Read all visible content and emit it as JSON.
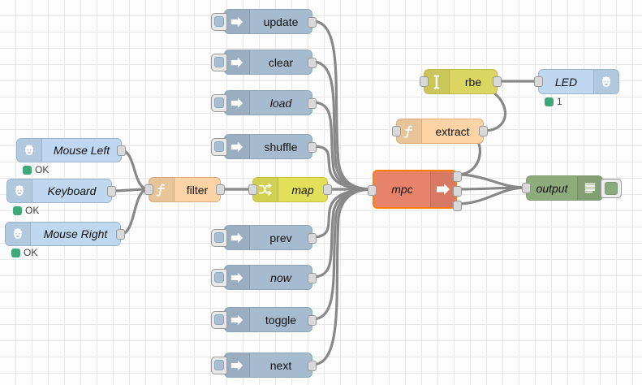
{
  "editor": {
    "name": "node-red-flow-canvas",
    "grid_size": 20,
    "background": "#fdfdfd",
    "grid_color": "#e8e8e8"
  },
  "palette_colors": {
    "inject": "#a6bbd0",
    "rpi": "#c0d8ef",
    "function": "#fbd3a4",
    "switch": "#e2e059",
    "rbe": "#dbd661",
    "mpc_selected": "#e8836b",
    "mpc_border": "#ff7f0e",
    "debug": "#8dab7b",
    "status_dot": "#3fa87a",
    "wire": "#888888"
  },
  "nodes": {
    "inputs": [
      {
        "label": "Mouse Left",
        "status": "OK",
        "italic": true
      },
      {
        "label": "Keyboard",
        "status": "OK",
        "italic": true
      },
      {
        "label": "Mouse Right",
        "status": "OK",
        "italic": true
      }
    ],
    "injects_top": [
      {
        "label": "update",
        "italic": false
      },
      {
        "label": "clear",
        "italic": false
      },
      {
        "label": "load",
        "italic": true
      },
      {
        "label": "shuffle",
        "italic": false
      }
    ],
    "injects_bottom": [
      {
        "label": "prev",
        "italic": false
      },
      {
        "label": "now",
        "italic": true
      },
      {
        "label": "toggle",
        "italic": false
      },
      {
        "label": "next",
        "italic": false
      }
    ],
    "filter": {
      "label": "filter",
      "italic": false
    },
    "map": {
      "label": "map",
      "italic": true
    },
    "mpc": {
      "label": "mpc",
      "italic": true,
      "selected": true,
      "outputs": 3
    },
    "extract": {
      "label": "extract",
      "italic": false
    },
    "rbe": {
      "label": "rbe",
      "italic": false
    },
    "led": {
      "label": "LED",
      "italic": true,
      "status": "1"
    },
    "output": {
      "label": "output",
      "italic": true
    }
  },
  "icons": {
    "inject": "arrow-right-icon",
    "rpi": "raspberry-pi-icon",
    "function": "function-f-icon",
    "switch": "switch-shuffle-icon",
    "rbe": "step-function-icon",
    "mpc": "arrow-right-icon",
    "debug": "debug-lines-icon"
  }
}
